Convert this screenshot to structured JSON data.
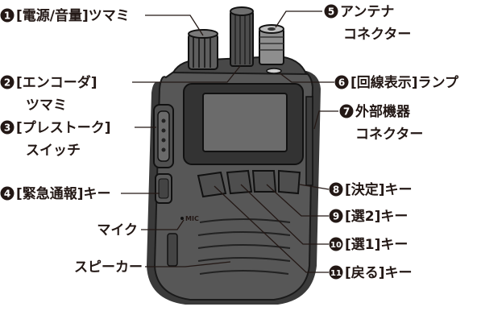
{
  "callouts": [
    {
      "num": "1",
      "text": "[電源/音量]ツマミ"
    },
    {
      "num": "2",
      "text": "[エンコーダ]"
    },
    {
      "num": "2",
      "text": "ツマミ"
    },
    {
      "num": "3",
      "text": "[プレストーク]"
    },
    {
      "num": "3",
      "text": "スイッチ"
    },
    {
      "num": "4",
      "text": "[緊急通報]キー"
    },
    {
      "num": "5",
      "text": "アンテナ"
    },
    {
      "num": "5",
      "text": "コネクター"
    },
    {
      "num": "6",
      "text": "[回線表示]ランプ"
    },
    {
      "num": "7",
      "text": "外部機器"
    },
    {
      "num": "7",
      "text": "コネクター"
    },
    {
      "num": "8",
      "text": "[決定]キー"
    },
    {
      "num": "9",
      "text": "[選2]キー"
    },
    {
      "num": "10",
      "text": "[選1]キー"
    },
    {
      "num": "11",
      "text": "[戻る]キー"
    }
  ],
  "plain_labels": {
    "mic": "マイク",
    "speaker": "スピーカー"
  },
  "device_print": {
    "mic_label": "MIC"
  }
}
